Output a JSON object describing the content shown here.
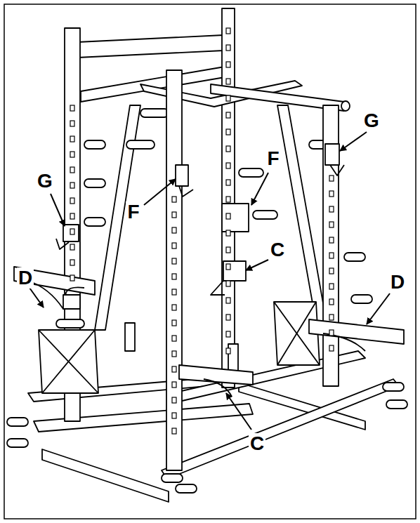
{
  "diagram": {
    "labels": [
      "G",
      "F",
      "G",
      "F",
      "C",
      "D",
      "D",
      "C"
    ]
  }
}
